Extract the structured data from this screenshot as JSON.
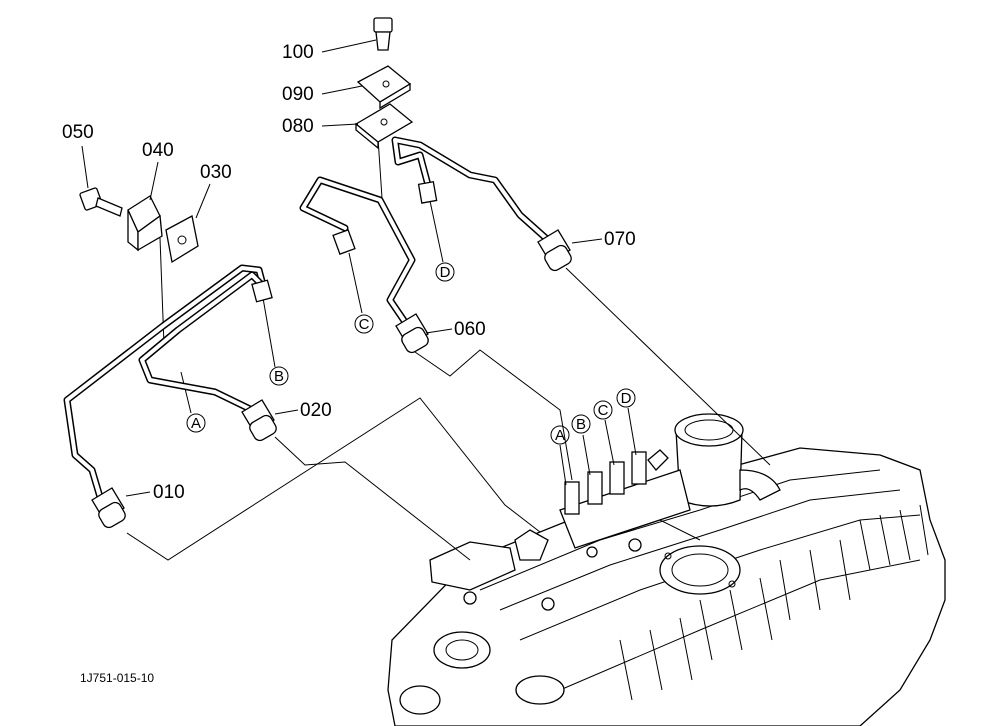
{
  "parts": [
    {
      "id": "p010",
      "label": "010"
    },
    {
      "id": "p020",
      "label": "020"
    },
    {
      "id": "p030",
      "label": "030"
    },
    {
      "id": "p040",
      "label": "040"
    },
    {
      "id": "p050",
      "label": "050"
    },
    {
      "id": "p060",
      "label": "060"
    },
    {
      "id": "p070",
      "label": "070"
    },
    {
      "id": "p080",
      "label": "080"
    },
    {
      "id": "p090",
      "label": "090"
    },
    {
      "id": "p100",
      "label": "100"
    }
  ],
  "connection_markers": {
    "pipe_a": "A",
    "pipe_b": "B",
    "pipe_c": "C",
    "pipe_d": "D",
    "engine_a": "A",
    "engine_b": "B",
    "engine_c": "C",
    "engine_d": "D"
  },
  "reference_code": "1J751-015-10"
}
